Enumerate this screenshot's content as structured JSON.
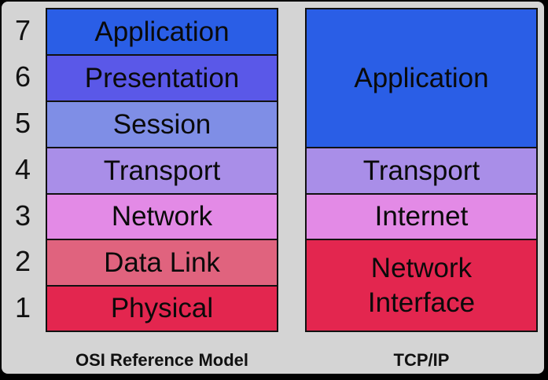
{
  "osi": {
    "caption": "OSI Reference Model",
    "layers": [
      {
        "num": "7",
        "label": "Application",
        "color": "#2a5ee6"
      },
      {
        "num": "6",
        "label": "Presentation",
        "color": "#5a58e8"
      },
      {
        "num": "5",
        "label": "Session",
        "color": "#7f8ee6"
      },
      {
        "num": "4",
        "label": "Transport",
        "color": "#a98ee8"
      },
      {
        "num": "3",
        "label": "Network",
        "color": "#e38ae6"
      },
      {
        "num": "2",
        "label": "Data Link",
        "color": "#e0637e"
      },
      {
        "num": "1",
        "label": "Physical",
        "color": "#e3264f"
      }
    ]
  },
  "tcpip": {
    "caption": "TCP/IP",
    "layers": [
      {
        "label": "Application",
        "color": "#2a5ee6"
      },
      {
        "label": "Transport",
        "color": "#a98ee8"
      },
      {
        "label": "Internet",
        "color": "#e38ae6"
      },
      {
        "label": "Network\nInterface",
        "color": "#e3264f"
      }
    ]
  }
}
